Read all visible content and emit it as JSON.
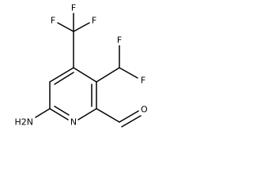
{
  "molecule": {
    "atoms": {
      "nh2": "H2N",
      "ring_n": "N",
      "aldehyde_o": "O",
      "cf3_f_left": "F",
      "cf3_f_top": "F",
      "cf3_f_right": "F",
      "chf2_f_upper": "F",
      "chf2_f_lower": "F"
    }
  }
}
